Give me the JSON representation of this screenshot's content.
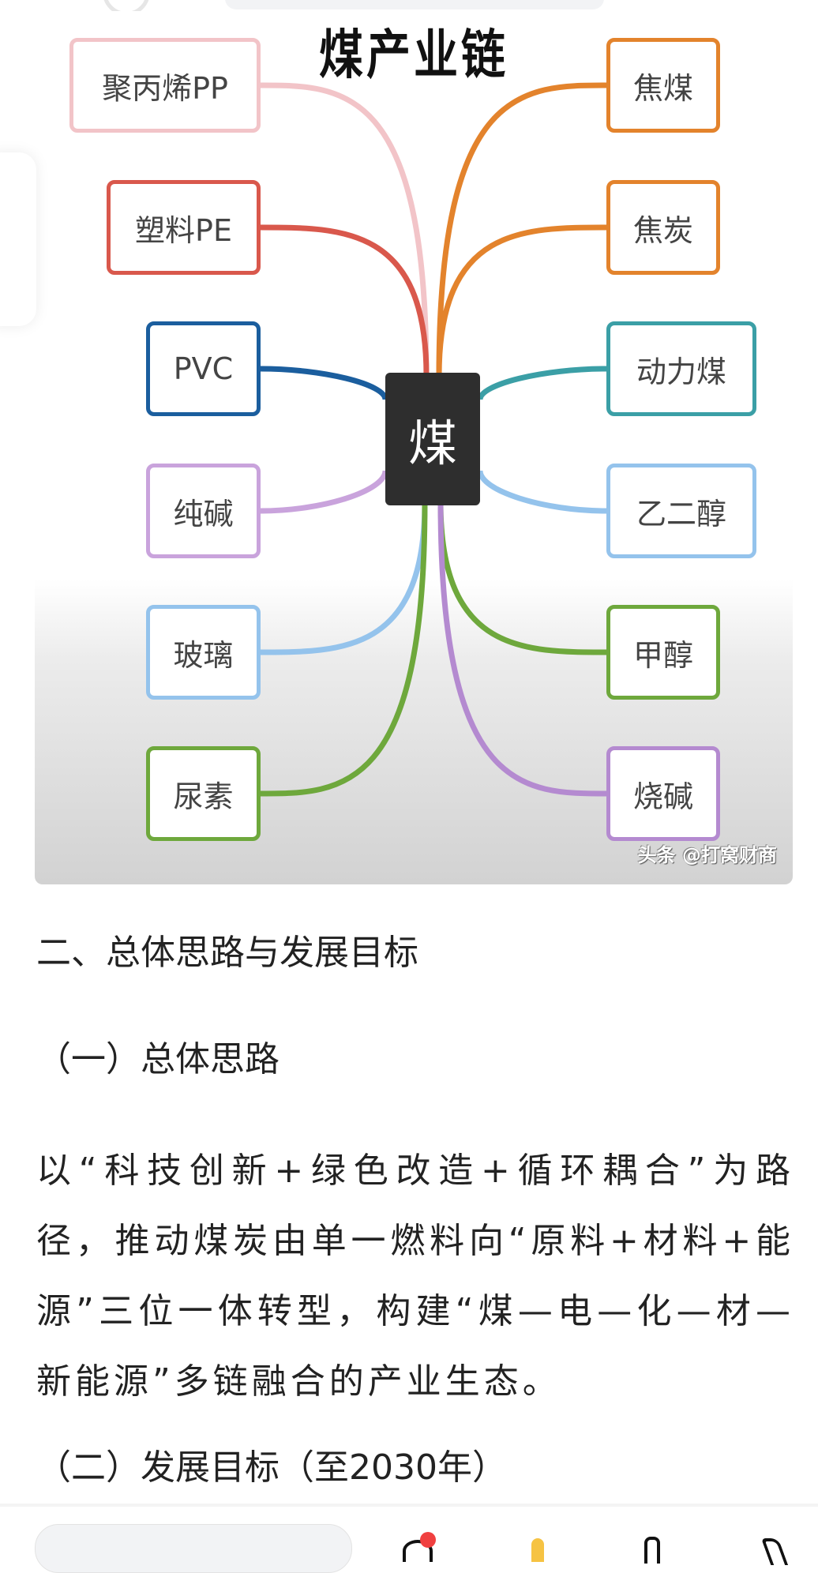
{
  "figure": {
    "title": "煤产业链",
    "center": "煤",
    "left_nodes": [
      "聚丙烯PP",
      "塑料PE",
      "PVC",
      "纯碱",
      "玻璃",
      "尿素"
    ],
    "right_nodes": [
      "焦煤",
      "焦炭",
      "动力煤",
      "乙二醇",
      "甲醇",
      "烧碱"
    ],
    "left_colors": [
      "#f2c4c8",
      "#d9584c",
      "#1b5e9e",
      "#c9a3dc",
      "#94c3ec",
      "#6ea83c"
    ],
    "right_colors": [
      "#e3832c",
      "#e3832c",
      "#3b9fa6",
      "#94c3ec",
      "#6ea83c",
      "#b48ad0"
    ],
    "watermark": "头条 @打窝财商"
  },
  "article": {
    "section_heading": "二、总体思路与发展目标",
    "sub1": "（一）总体思路",
    "paragraph": "以“科技创新+绿色改造+循环耦合”为路径，推动煤炭由单一燃料向“原料+材料+能源”三位一体转型，构建“煤—电—化—材—新能源”多链融合的产业生态。",
    "sub2": "（二）发展目标（至2030年）"
  }
}
